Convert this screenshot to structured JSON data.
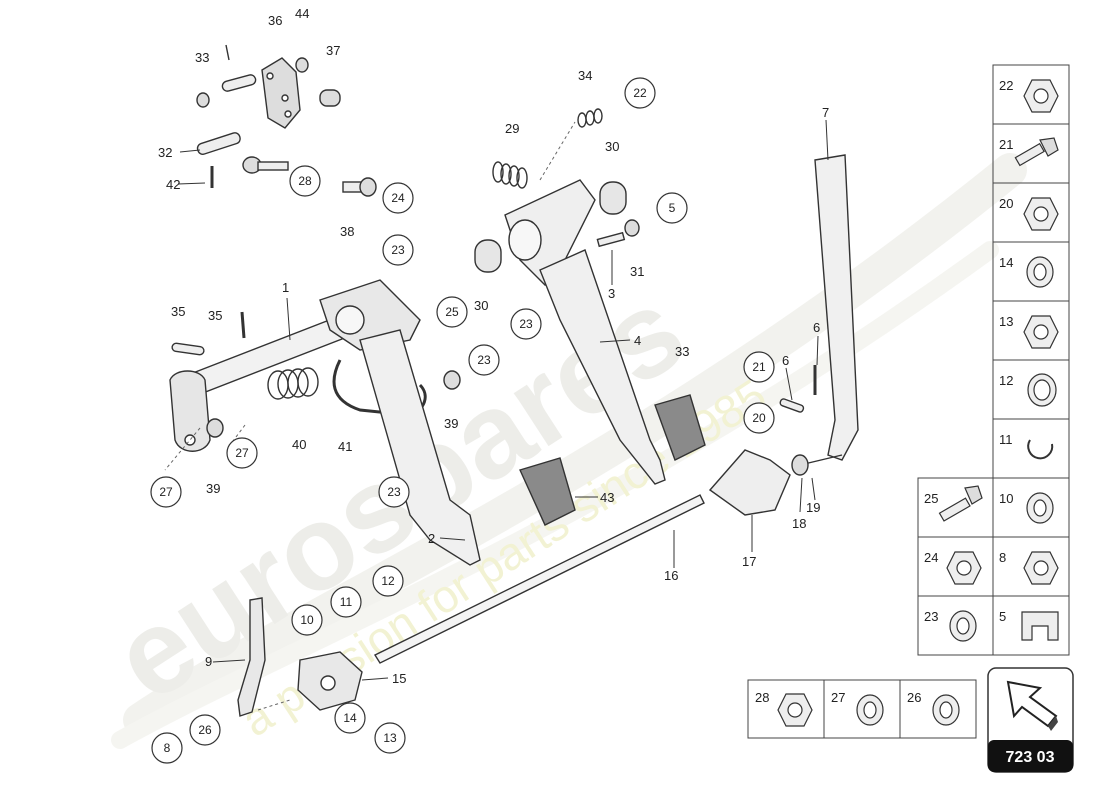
{
  "drawing_ref": "723 03",
  "watermark": {
    "brand": "eurospares",
    "tagline": "a passion for parts since 1985"
  },
  "labels": {
    "l1": "1",
    "l2": "2",
    "l3": "3",
    "l4": "4",
    "l6a": "6",
    "l6b": "6",
    "l7": "7",
    "l9": "9",
    "l15": "15",
    "l16": "16",
    "l17": "17",
    "l18": "18",
    "l19": "19",
    "l29": "29",
    "l30a": "30",
    "l30b": "30",
    "l31": "31",
    "l32": "32",
    "l33a": "33",
    "l33b": "33",
    "l34": "34",
    "l35a": "35",
    "l35b": "35",
    "l36": "36",
    "l37": "37",
    "l38": "38",
    "l39a": "39",
    "l39b": "39",
    "l40": "40",
    "l41": "41",
    "l42": "42",
    "l43": "43",
    "l44": "44"
  },
  "bubbles": {
    "b5": "5",
    "b8": "8",
    "b10": "10",
    "b11": "11",
    "b12": "12",
    "b13": "13",
    "b14": "14",
    "b20": "20",
    "b21": "21",
    "b22": "22",
    "b23a": "23",
    "b23b": "23",
    "b23c": "23",
    "b23d": "23",
    "b24": "24",
    "b25": "25",
    "b26": "26",
    "b27a": "27",
    "b27b": "27",
    "b28": "28"
  },
  "parts_table": {
    "right_col": [
      "22",
      "21",
      "20",
      "14",
      "13",
      "12",
      "11",
      "10",
      "8",
      "5"
    ],
    "left_col": [
      "25",
      "24",
      "23"
    ],
    "bottom_row": [
      "28",
      "27",
      "26"
    ]
  }
}
